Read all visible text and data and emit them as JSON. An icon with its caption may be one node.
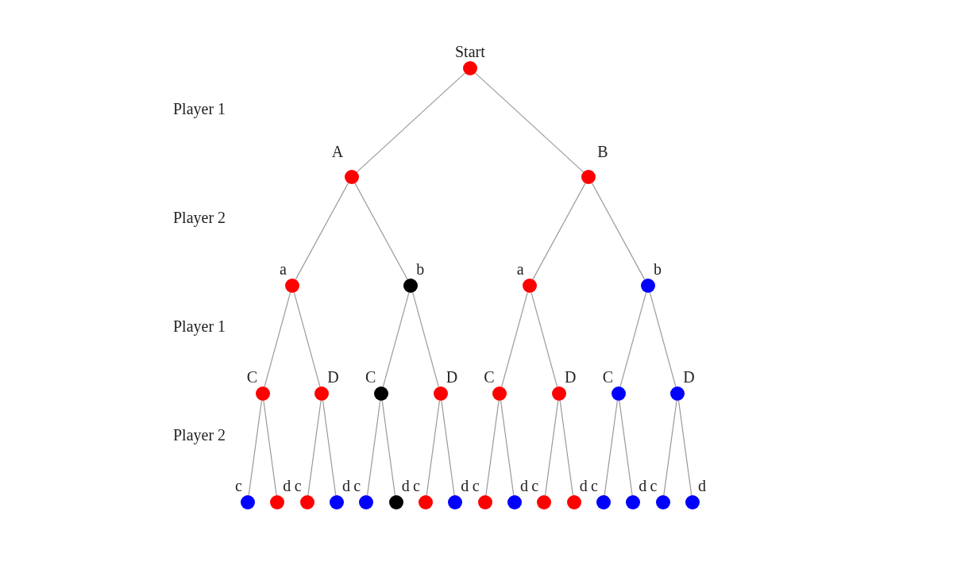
{
  "diagram": {
    "nodes": [
      {
        "text": [],
        "shape": "circle",
        "beside": [
          "Start"
        ]
      },
      {
        "text": [],
        "shape": "circle",
        "beside": [
          "A"
        ]
      },
      {
        "text": [],
        "shape": "circle",
        "beside": [
          "B"
        ]
      },
      {
        "text": [],
        "shape": "circle",
        "beside": [
          "a"
        ]
      },
      {
        "text": [],
        "shape": "circle",
        "beside": [
          "b"
        ]
      },
      {
        "text": [],
        "shape": "circle",
        "beside": [
          "a"
        ]
      },
      {
        "text": [],
        "shape": "circle",
        "beside": [
          "b"
        ]
      },
      {
        "text": [],
        "shape": "circle",
        "beside": [
          "C"
        ]
      },
      {
        "text": [],
        "shape": "circle",
        "beside": [
          "D"
        ]
      },
      {
        "text": [],
        "shape": "circle",
        "beside": [
          "C"
        ]
      },
      {
        "text": [],
        "shape": "circle",
        "beside": [
          "D"
        ]
      },
      {
        "text": [],
        "shape": "circle",
        "beside": [
          "C"
        ]
      },
      {
        "text": [],
        "shape": "circle",
        "beside": [
          "D"
        ]
      },
      {
        "text": [],
        "shape": "circle",
        "beside": [
          "C"
        ]
      },
      {
        "text": [],
        "shape": "circle",
        "beside": [
          "D"
        ]
      },
      {
        "text": [],
        "shape": "circle",
        "beside": [
          "c"
        ]
      },
      {
        "text": [],
        "shape": "circle",
        "beside": [
          "d"
        ]
      },
      {
        "text": [],
        "shape": "circle",
        "beside": [
          "c"
        ]
      },
      {
        "text": [],
        "shape": "circle",
        "beside": [
          "d"
        ]
      },
      {
        "text": [],
        "shape": "circle",
        "beside": [
          "c"
        ]
      },
      {
        "text": [],
        "shape": "circle",
        "beside": [
          "d"
        ]
      },
      {
        "text": [],
        "shape": "circle",
        "beside": [
          "c"
        ]
      },
      {
        "text": [],
        "shape": "circle",
        "beside": [
          "d"
        ]
      },
      {
        "text": [],
        "shape": "circle",
        "beside": [
          "c"
        ]
      },
      {
        "text": [],
        "shape": "circle",
        "beside": [
          "d"
        ]
      },
      {
        "text": [],
        "shape": "circle",
        "beside": [
          "c"
        ]
      },
      {
        "text": [],
        "shape": "circle",
        "beside": [
          "d"
        ]
      },
      {
        "text": [],
        "shape": "circle",
        "beside": [
          "c"
        ]
      },
      {
        "text": [],
        "shape": "circle",
        "beside": [
          "d"
        ]
      },
      {
        "text": [],
        "shape": "circle",
        "beside": [
          "c"
        ]
      },
      {
        "text": [],
        "shape": "circle",
        "beside": [
          "d"
        ]
      }
    ],
    "edges": [
      {
        "from": 0,
        "to": 1,
        "arrow": "none"
      },
      {
        "from": 0,
        "to": 2,
        "arrow": "none"
      },
      {
        "from": 1,
        "to": 3,
        "arrow": "none"
      },
      {
        "from": 1,
        "to": 4,
        "arrow": "none"
      },
      {
        "from": 2,
        "to": 5,
        "arrow": "none"
      },
      {
        "from": 2,
        "to": 6,
        "arrow": "none"
      },
      {
        "from": 3,
        "to": 7,
        "arrow": "none"
      },
      {
        "from": 3,
        "to": 8,
        "arrow": "none"
      },
      {
        "from": 4,
        "to": 9,
        "arrow": "none"
      },
      {
        "from": 4,
        "to": 10,
        "arrow": "none"
      },
      {
        "from": 5,
        "to": 11,
        "arrow": "none"
      },
      {
        "from": 5,
        "to": 12,
        "arrow": "none"
      },
      {
        "from": 6,
        "to": 13,
        "arrow": "none"
      },
      {
        "from": 6,
        "to": 14,
        "arrow": "none"
      },
      {
        "from": 7,
        "to": 15,
        "arrow": "none"
      },
      {
        "from": 7,
        "to": 16,
        "arrow": "none"
      },
      {
        "from": 8,
        "to": 17,
        "arrow": "none"
      },
      {
        "from": 8,
        "to": 18,
        "arrow": "none"
      },
      {
        "from": 9,
        "to": 19,
        "arrow": "none"
      },
      {
        "from": 9,
        "to": 20,
        "arrow": "none"
      },
      {
        "from": 10,
        "to": 21,
        "arrow": "none"
      },
      {
        "from": 10,
        "to": 22,
        "arrow": "none"
      },
      {
        "from": 11,
        "to": 23,
        "arrow": "none"
      },
      {
        "from": 11,
        "to": 24,
        "arrow": "none"
      },
      {
        "from": 12,
        "to": 25,
        "arrow": "none"
      },
      {
        "from": 12,
        "to": 26,
        "arrow": "none"
      },
      {
        "from": 13,
        "to": 27,
        "arrow": "none"
      },
      {
        "from": 13,
        "to": 28,
        "arrow": "none"
      },
      {
        "from": 14,
        "to": 29,
        "arrow": "none"
      },
      {
        "from": 14,
        "to": 30,
        "arrow": "none"
      }
    ],
    "labels": [
      "Player 1",
      "Player 2",
      "Player 1",
      "Player 2"
    ]
  }
}
